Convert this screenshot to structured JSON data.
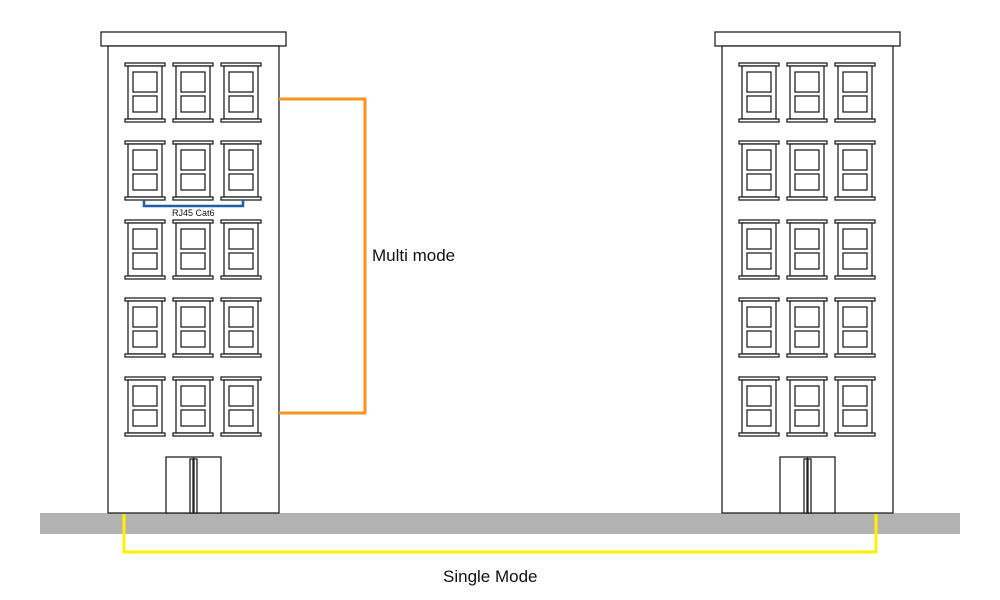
{
  "labels": {
    "multi_mode": "Multi mode",
    "single_mode": "Single Mode",
    "rj45": "RJ45 Cat6"
  },
  "buildings": [
    {
      "name": "left",
      "floors": 5,
      "windows_per_floor": 3
    },
    {
      "name": "right",
      "floors": 5,
      "windows_per_floor": 3
    }
  ],
  "colors": {
    "background": "#ffffff",
    "outline": "#222222",
    "ground": "#b3b3b3",
    "multi_mode_cable": "#f7941d",
    "single_mode_cable": "#fff200",
    "rj45_cable": "#1f5fa8"
  }
}
